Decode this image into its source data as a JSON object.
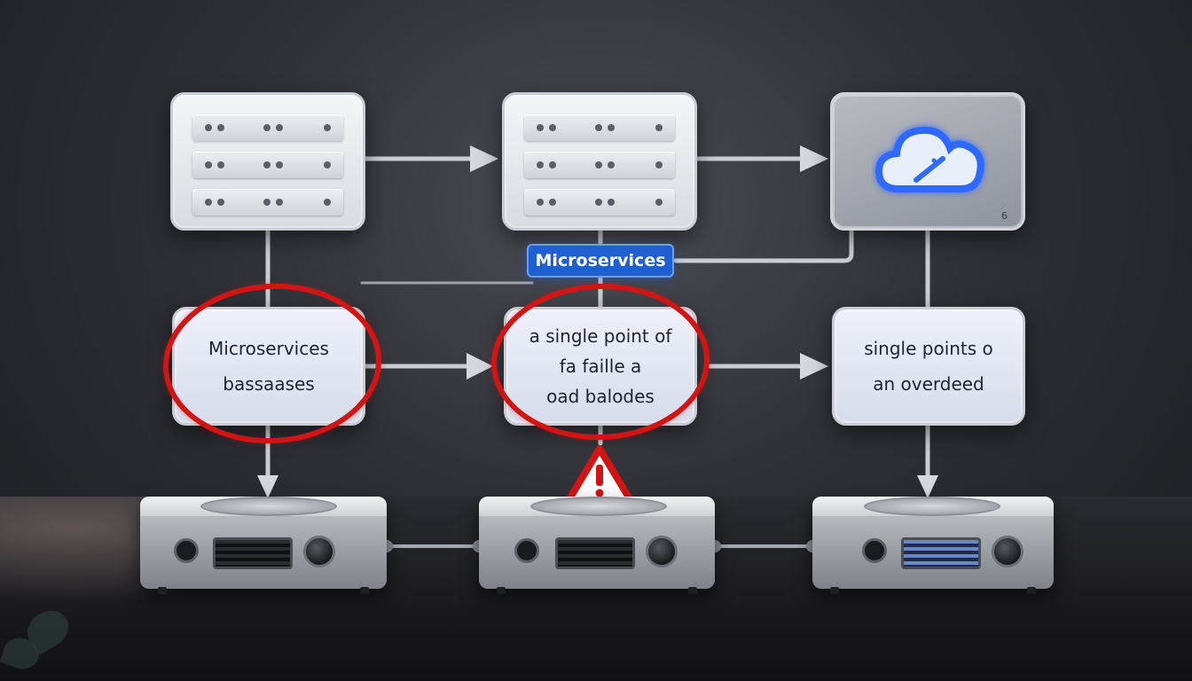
{
  "colors": {
    "accent_blue": "#1f5fd1",
    "alert_red": "#d11414",
    "cloud_glow": "#3d7bff"
  },
  "badge": {
    "label": "Microservices"
  },
  "cards": [
    {
      "lines": [
        "Microservices",
        "bassaases"
      ]
    },
    {
      "lines": [
        "a single point of",
        "fa faille a",
        "oad balodes"
      ]
    },
    {
      "lines": [
        "single points o",
        "an overdeed"
      ]
    }
  ],
  "cloud_box": {
    "corner_label": "6"
  },
  "icons": [
    "server-icon",
    "server-icon",
    "cloud-icon",
    "warning-triangle-icon"
  ]
}
